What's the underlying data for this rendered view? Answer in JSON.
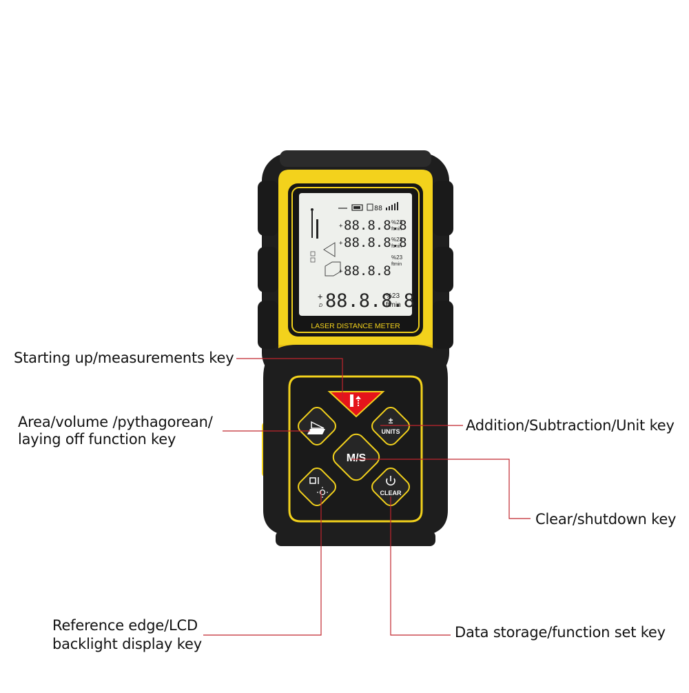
{
  "device": {
    "brand_strip": "LASER DISTANCE METER",
    "colors": {
      "body": "#f3d21c",
      "rubber": "#1e1e1e",
      "screen": "#eef0ec",
      "accent_key": "#e5141b",
      "callout_line": "#c0262d"
    },
    "lcd": {
      "row1": "88.8.8.8",
      "row2": "88.8.8.8",
      "row3": "88.8.8",
      "main": "88.8.8.8",
      "unit_pct": "%23",
      "unit_ft": "ftmin",
      "status_digits": "88",
      "sign_plus": "+",
      "label_d": "D"
    },
    "keys": {
      "measure": {
        "icon": "laser-measure-icon"
      },
      "area": {
        "icon": "area-volume-icon"
      },
      "units": {
        "symbol": "±",
        "label": "UNITS"
      },
      "ms": {
        "label": "M/S"
      },
      "reference": {
        "icon": "reference-edge-icon"
      },
      "clear": {
        "label": "CLEAR",
        "icon": "power-icon"
      }
    }
  },
  "callouts": {
    "measure_key": "Starting up/measurements key",
    "area_key_line1": "Area/volume /pythagorean/",
    "area_key_line2": "laying off function key",
    "units_key": "Addition/Subtraction/Unit key",
    "clear_key": "Clear/shutdown key",
    "reference_key_line1": "Reference edge/LCD",
    "reference_key_line2": "backlight display key",
    "storage_key": "Data storage/function set key"
  }
}
